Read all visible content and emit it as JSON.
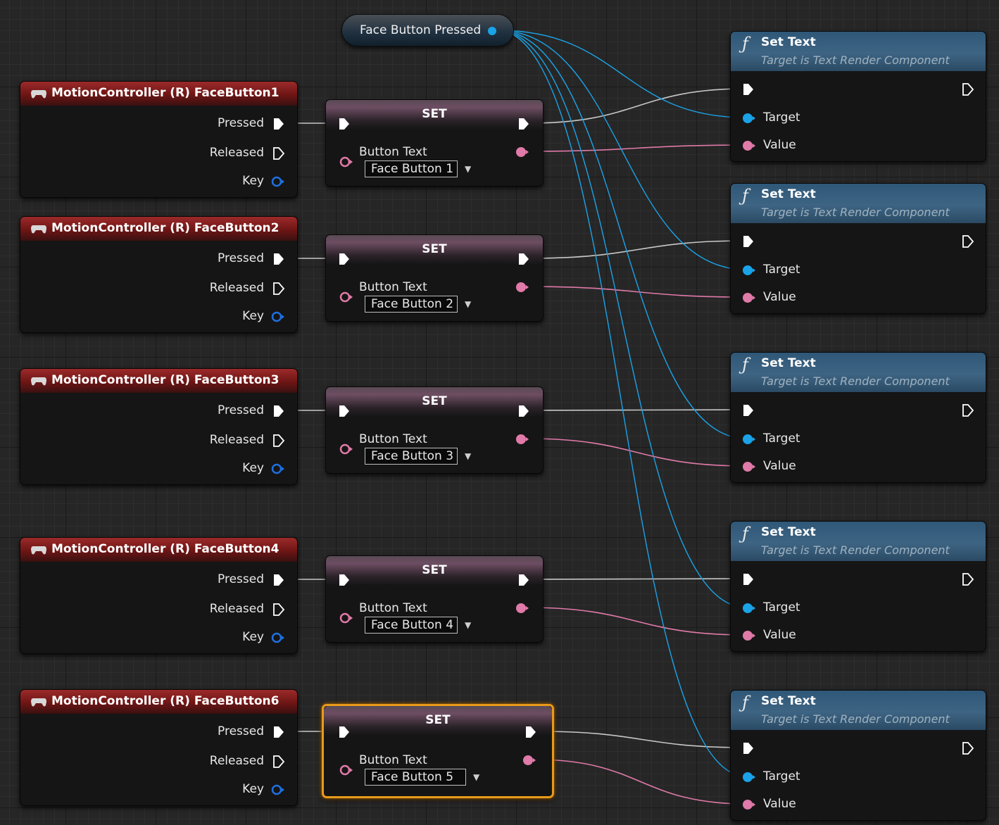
{
  "graph": {
    "variable_getter": {
      "label": "Face Button Pressed"
    },
    "event_nodes": [
      {
        "title": "MotionController (R) FaceButton1",
        "pins": {
          "pressed": "Pressed",
          "released": "Released",
          "key": "Key"
        }
      },
      {
        "title": "MotionController (R) FaceButton2",
        "pins": {
          "pressed": "Pressed",
          "released": "Released",
          "key": "Key"
        }
      },
      {
        "title": "MotionController (R) FaceButton3",
        "pins": {
          "pressed": "Pressed",
          "released": "Released",
          "key": "Key"
        }
      },
      {
        "title": "MotionController (R) FaceButton4",
        "pins": {
          "pressed": "Pressed",
          "released": "Released",
          "key": "Key"
        }
      },
      {
        "title": "MotionController (R) FaceButton6",
        "pins": {
          "pressed": "Pressed",
          "released": "Released",
          "key": "Key"
        }
      }
    ],
    "set_nodes": [
      {
        "title": "SET",
        "variable": "Button Text",
        "value": "Face Button 1"
      },
      {
        "title": "SET",
        "variable": "Button Text",
        "value": "Face Button 2"
      },
      {
        "title": "SET",
        "variable": "Button Text",
        "value": "Face Button 3"
      },
      {
        "title": "SET",
        "variable": "Button Text",
        "value": "Face Button 4"
      },
      {
        "title": "SET",
        "variable": "Button Text",
        "value": "Face Button 5"
      }
    ],
    "function_nodes": [
      {
        "title": "Set Text",
        "subtitle": "Target is Text Render Component",
        "target": "Target",
        "value": "Value"
      },
      {
        "title": "Set Text",
        "subtitle": "Target is Text Render Component",
        "target": "Target",
        "value": "Value"
      },
      {
        "title": "Set Text",
        "subtitle": "Target is Text Render Component",
        "target": "Target",
        "value": "Value"
      },
      {
        "title": "Set Text",
        "subtitle": "Target is Text Render Component",
        "target": "Target",
        "value": "Value"
      },
      {
        "title": "Set Text",
        "subtitle": "Target is Text Render Component",
        "target": "Target",
        "value": "Value"
      }
    ],
    "colors": {
      "exec_wire": "#c8c8c8",
      "object_wire": "#1aa3e8",
      "text_wire": "#e07aa8",
      "event_header": "#8b1f1f",
      "function_header": "#3a6080",
      "selection": "#e89a1a"
    },
    "icons": {
      "event_header": "gamepad-icon",
      "function_header": "function-icon",
      "exec_pin": "exec-arrow-icon",
      "object_pin": "object-pin-icon",
      "text_pin": "text-pin-icon",
      "key_pin": "key-pin-icon",
      "dropdown": "dropdown-arrow-icon"
    }
  }
}
